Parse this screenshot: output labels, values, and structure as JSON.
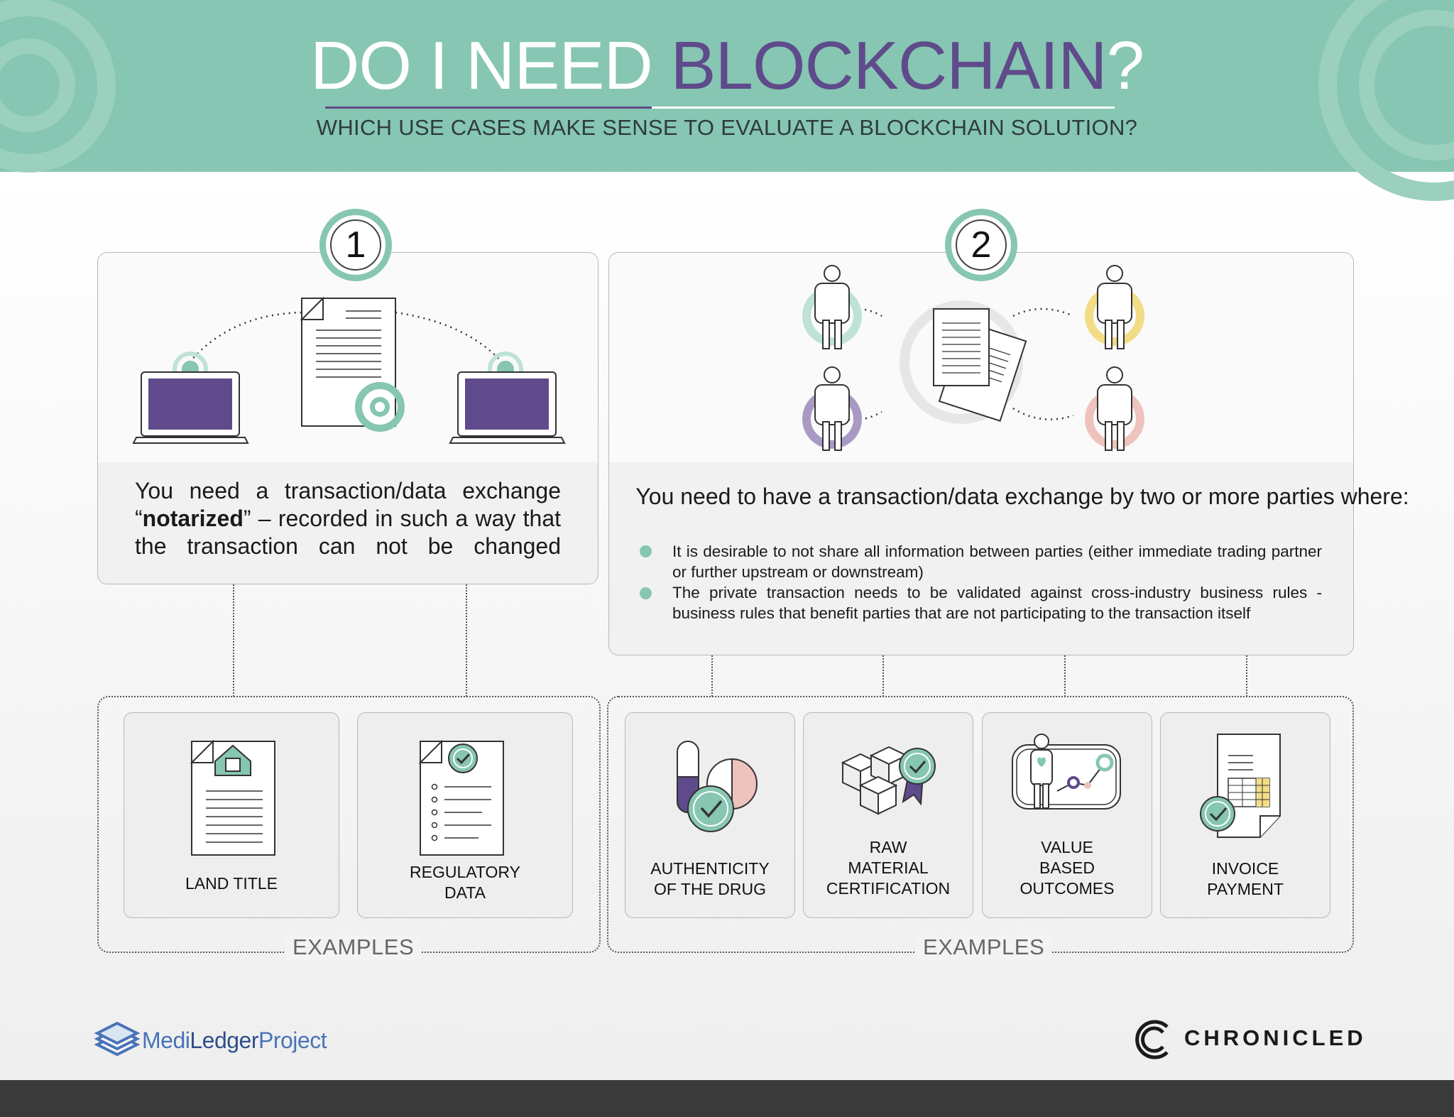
{
  "header": {
    "title_part1": "DO I NEED ",
    "title_part2": "BLOCKCHAIN",
    "title_part3": "?",
    "subtitle": "WHICH USE CASES MAKE SENSE TO EVALUATE A BLOCKCHAIN SOLUTION?"
  },
  "panel1": {
    "number": "1",
    "text_before": "You need a transaction/data exchange “",
    "text_bold": "notarized",
    "text_after": "” – recorded in such a way that the transaction can not be changed"
  },
  "panel2": {
    "number": "2",
    "heading": "You need to have a transaction/data exchange by two or more parties where:",
    "bullets": [
      "It is desirable to not share all information between parties (either immediate trading partner or further upstream or downstream)",
      "The private transaction needs to be validated against cross-industry business rules - business rules that benefit parties that are not participating to the transaction itself"
    ]
  },
  "examples_left": {
    "label": "EXAMPLES",
    "cards": [
      {
        "line1": "LAND TITLE",
        "line2": "",
        "line3": ""
      },
      {
        "line1": "REGULATORY",
        "line2": "DATA",
        "line3": ""
      }
    ]
  },
  "examples_right": {
    "label": "EXAMPLES",
    "cards": [
      {
        "line1": "AUTHENTICITY",
        "line2": "OF THE DRUG",
        "line3": ""
      },
      {
        "line1": "RAW",
        "line2": "MATERIAL",
        "line3": "CERTIFICATION"
      },
      {
        "line1": "VALUE",
        "line2": "BASED",
        "line3": "OUTCOMES"
      },
      {
        "line1": "INVOICE",
        "line2": "PAYMENT",
        "line3": ""
      }
    ]
  },
  "logos": {
    "medi": "Medi",
    "ledger": "Ledger",
    "project": "Project",
    "chronicled": "CHRONICLED"
  },
  "colors": {
    "brand_green": "#86c6b2",
    "brand_purple": "#5f4a8b",
    "footer_dark": "#3a3a3a",
    "party_yellow": "#f2dd86",
    "party_pink": "#eec3bd",
    "party_lilac": "#a99ac4"
  }
}
